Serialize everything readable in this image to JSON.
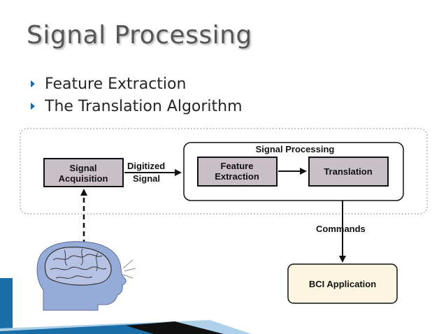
{
  "slide": {
    "title": "Signal Processing",
    "bullets": [
      "Feature Extraction",
      "The Translation Algorithm"
    ]
  },
  "diagram": {
    "signal_acquisition": [
      "Signal",
      "Acquisition"
    ],
    "digitized_signal": [
      "Digitized",
      "Signal"
    ],
    "signal_processing_title": "Signal Processing",
    "feature_extraction": [
      "Feature",
      "Extraction"
    ],
    "translation": "Translation",
    "commands": "Commands",
    "bci_application": "BCI Application"
  },
  "colors": {
    "box_fill": "#c9bfc6",
    "bci_fill": "#fcf6e0",
    "accent": "#1f6aa5",
    "brain_fill": "#95acd8"
  }
}
